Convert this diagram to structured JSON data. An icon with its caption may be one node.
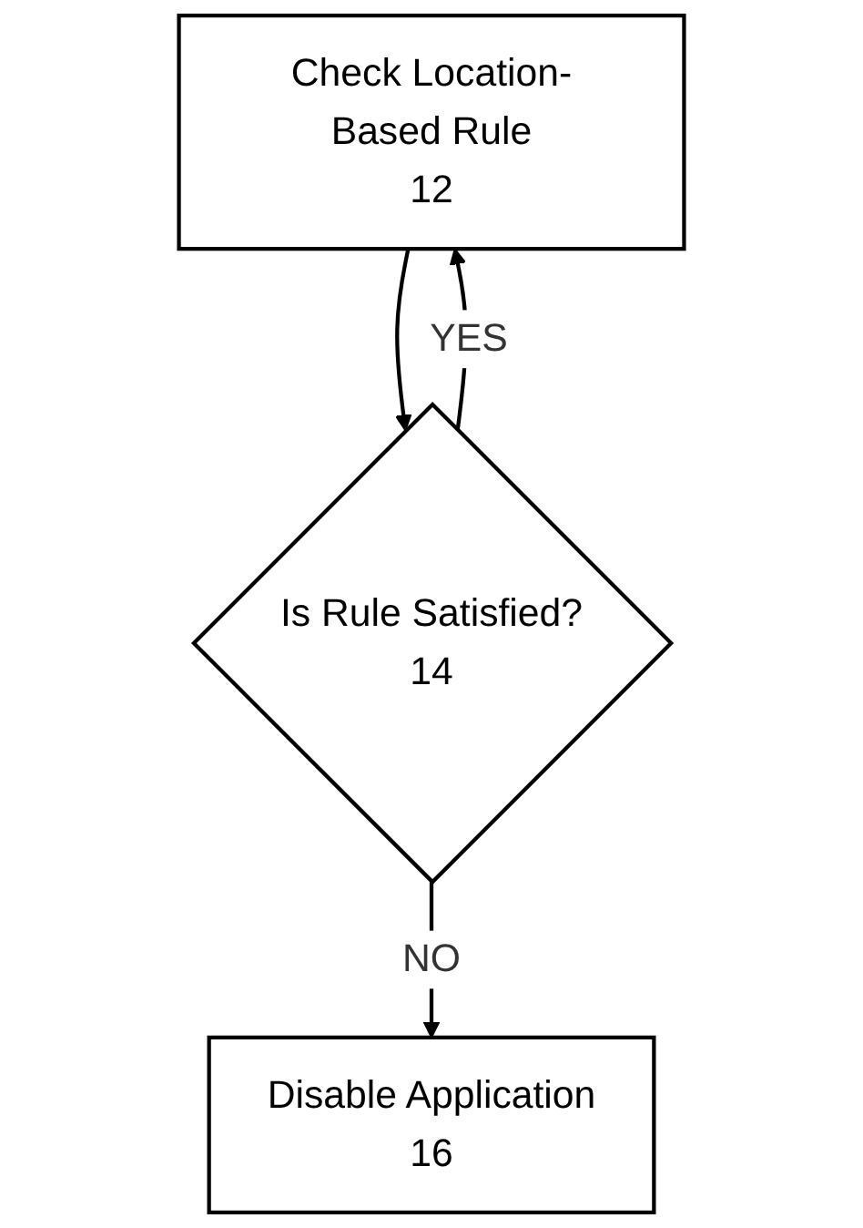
{
  "diagram": {
    "nodes": [
      {
        "text": [
          "Check Location-Based Rule",
          "12"
        ]
      },
      {
        "text": [
          "Is Rule Satisfied?",
          "14"
        ]
      },
      {
        "text": [
          "Disable Application",
          "16"
        ]
      }
    ],
    "edges": [
      {
        "from": 0,
        "to": 1,
        "arrow": "to"
      },
      {
        "from": 1,
        "to": 0,
        "arrow": "to",
        "label": "YES"
      },
      {
        "from": 1,
        "to": 2,
        "arrow": "to",
        "label": "NO"
      }
    ]
  }
}
